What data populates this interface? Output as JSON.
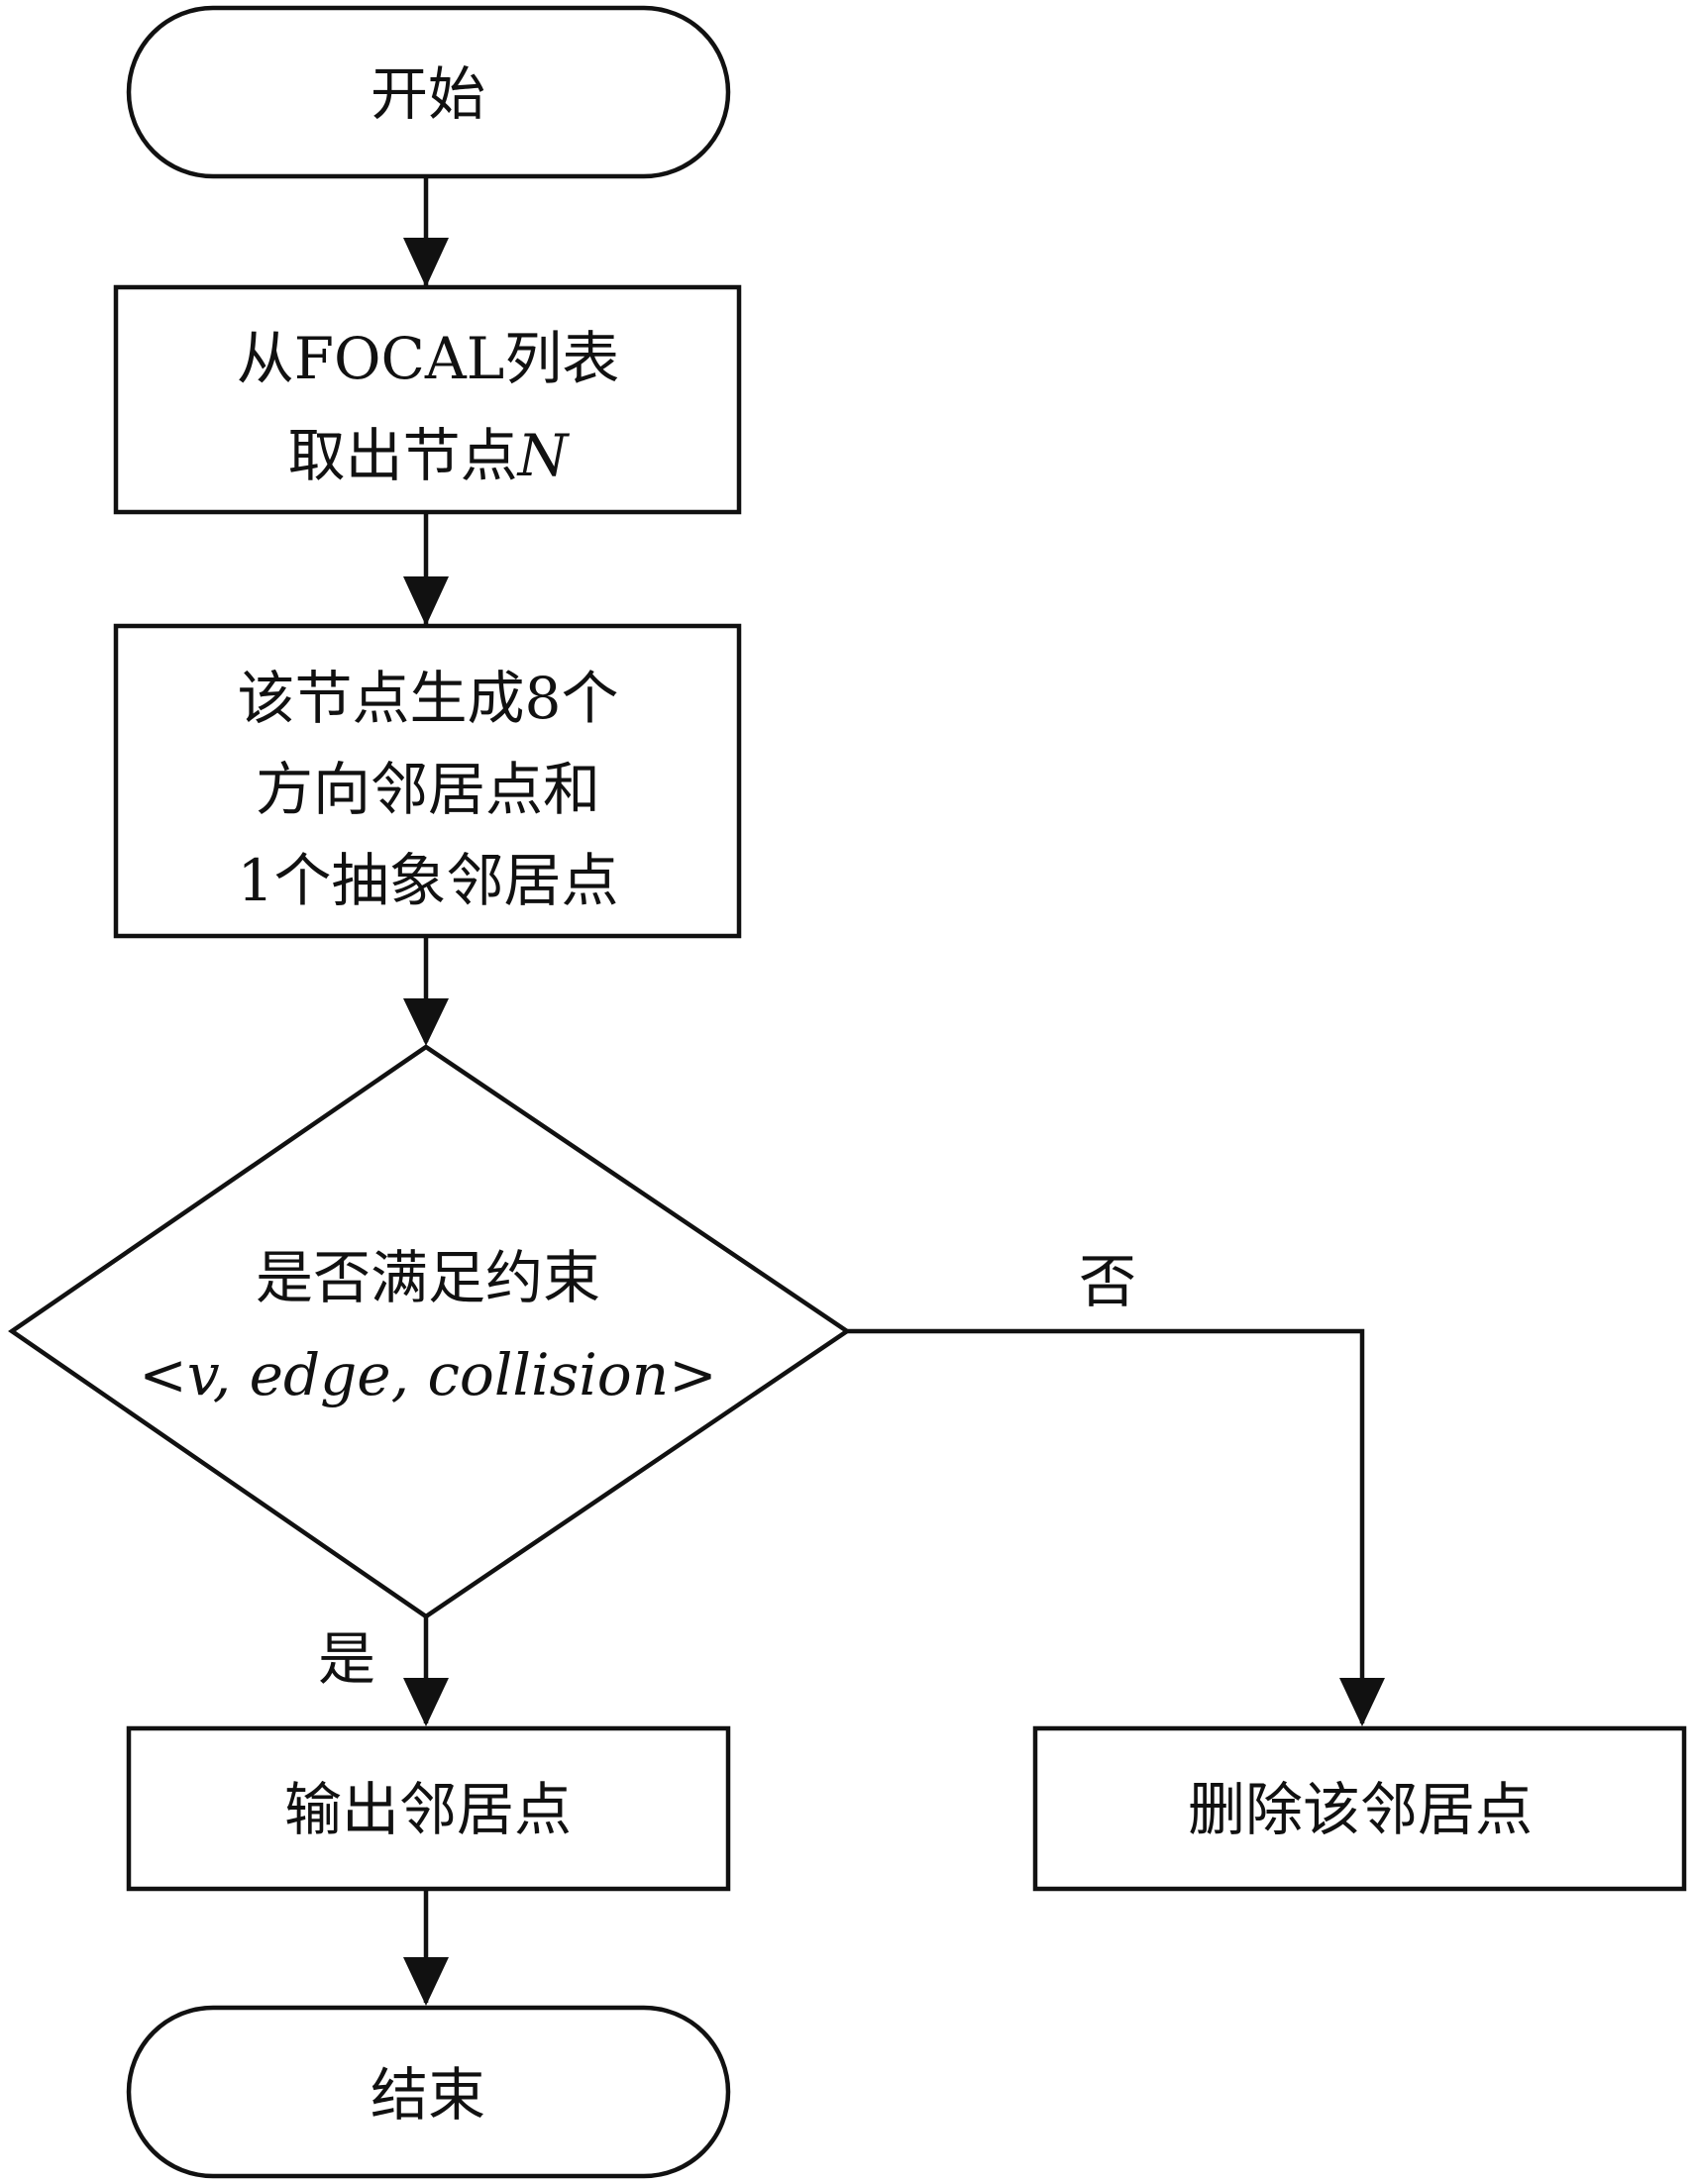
{
  "nodes": {
    "start": "开始",
    "take_node": {
      "line1": "从FOCAL列表",
      "line2_text": "取出节点",
      "line2_var": "N"
    },
    "generate": {
      "line1": "该节点生成8个",
      "line2": "方向邻居点和",
      "line3": "1个抽象邻居点"
    },
    "decision": {
      "line1": "是否满足约束",
      "line2_open": "<",
      "line2_vars": "v, edge, collision",
      "line2_close": ">"
    },
    "output": "输出邻居点",
    "delete": "删除该邻居点",
    "end": "结束"
  },
  "edges": {
    "no_label": "否",
    "yes_label": "是"
  }
}
